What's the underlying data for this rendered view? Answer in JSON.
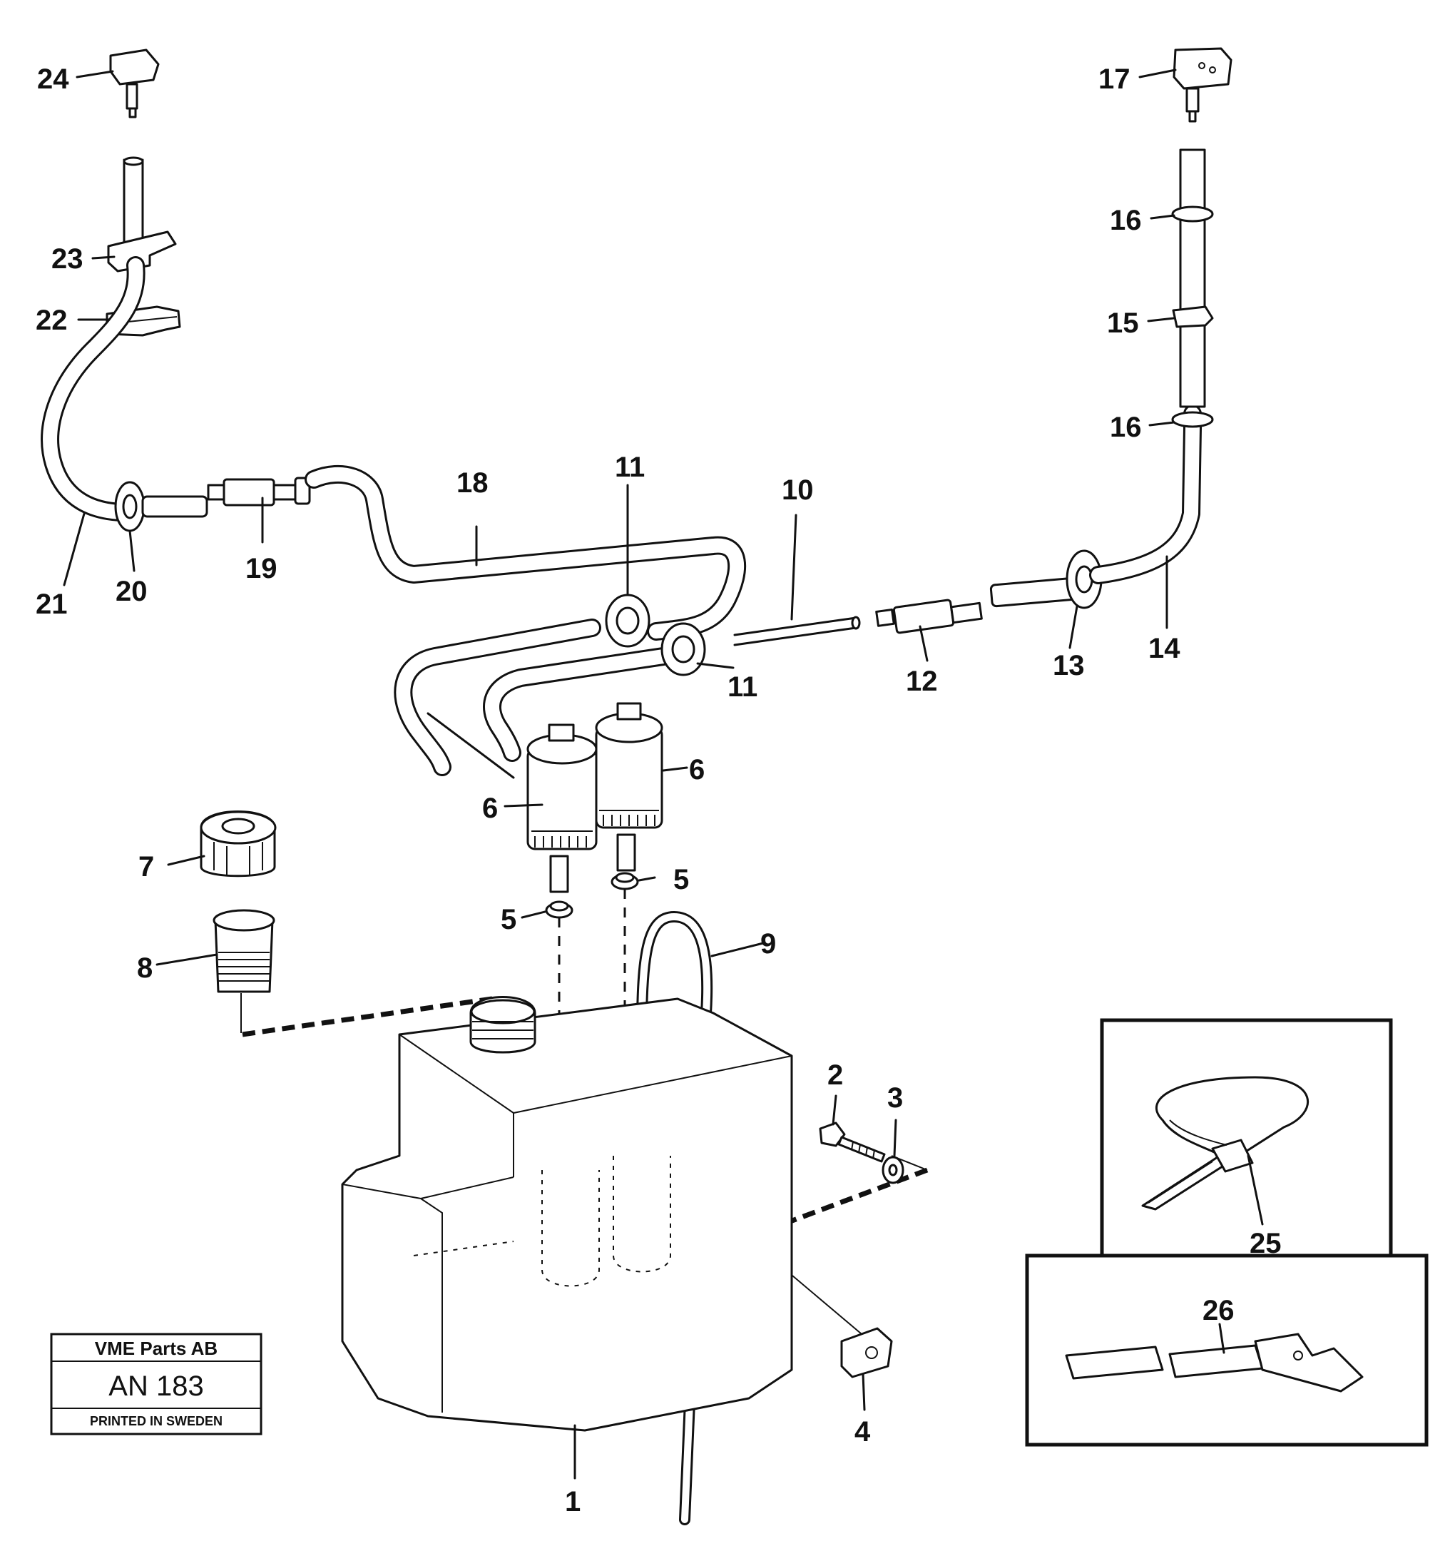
{
  "diagram": {
    "callouts": [
      {
        "id": "c24",
        "text": "24"
      },
      {
        "id": "c23",
        "text": "23"
      },
      {
        "id": "c22",
        "text": "22"
      },
      {
        "id": "c21",
        "text": "21"
      },
      {
        "id": "c20",
        "text": "20"
      },
      {
        "id": "c19",
        "text": "19"
      },
      {
        "id": "c18",
        "text": "18"
      },
      {
        "id": "c17",
        "text": "17"
      },
      {
        "id": "c16a",
        "text": "16"
      },
      {
        "id": "c15",
        "text": "15"
      },
      {
        "id": "c16b",
        "text": "16"
      },
      {
        "id": "c14",
        "text": "14"
      },
      {
        "id": "c13",
        "text": "13"
      },
      {
        "id": "c12",
        "text": "12"
      },
      {
        "id": "c11a",
        "text": "11"
      },
      {
        "id": "c11b",
        "text": "11"
      },
      {
        "id": "c10",
        "text": "10"
      },
      {
        "id": "c6a",
        "text": "6"
      },
      {
        "id": "c6b",
        "text": "6"
      },
      {
        "id": "c7",
        "text": "7"
      },
      {
        "id": "c8",
        "text": "8"
      },
      {
        "id": "c5a",
        "text": "5"
      },
      {
        "id": "c5b",
        "text": "5"
      },
      {
        "id": "c9",
        "text": "9"
      },
      {
        "id": "c2",
        "text": "2"
      },
      {
        "id": "c3",
        "text": "3"
      },
      {
        "id": "c4",
        "text": "4"
      },
      {
        "id": "c1",
        "text": "1"
      },
      {
        "id": "c25",
        "text": "25"
      },
      {
        "id": "c26",
        "text": "26"
      }
    ]
  },
  "stamp": {
    "company": "VME Parts AB",
    "code": "AN 183",
    "footer": "PRINTED IN SWEDEN"
  }
}
